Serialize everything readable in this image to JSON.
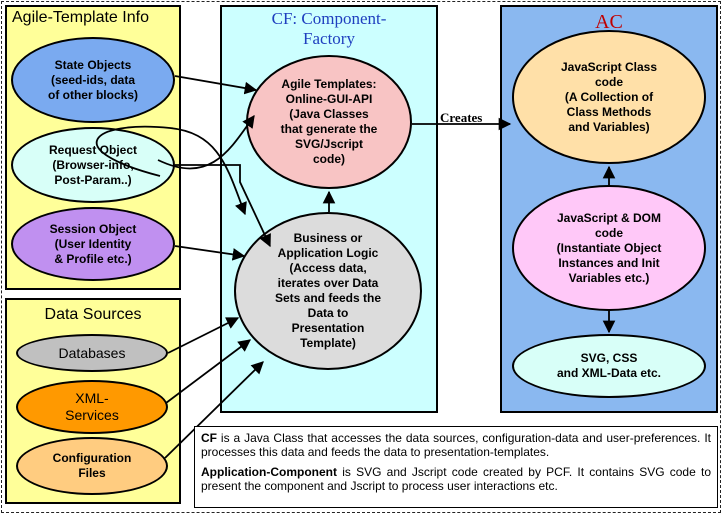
{
  "panels": {
    "agile_info": {
      "title": "Agile-Template Info",
      "bg": "#ffff99"
    },
    "data_sources": {
      "title": "Data Sources",
      "bg": "#ffff99"
    },
    "cf": {
      "title": "CF: Component-\nFactory",
      "bg": "#ccffff",
      "title_color": "#1f3fbf"
    },
    "ac": {
      "title": "AC",
      "bg": "#8ab8f0",
      "title_color": "#c00000"
    }
  },
  "nodes": {
    "state_objects": {
      "text": "State Objects\n(seed-ids, data\nof other blocks)",
      "fill": "#7aaaf0"
    },
    "request_object": {
      "text": "Request Object\n(Browser-info,\nPost-Param..)",
      "fill": "#d8fff8"
    },
    "session_object": {
      "text": "Session Object\n(User Identity\n& Profile etc.)",
      "fill": "#c090f0"
    },
    "databases": {
      "text": "Databases",
      "fill": "#c0c0c0"
    },
    "xml_services": {
      "text": "XML-\nServices",
      "fill": "#ff9900"
    },
    "config_files": {
      "text": "Configuration\nFiles",
      "fill": "#ffcc80"
    },
    "agile_templates": {
      "text": "Agile Templates:\nOnline-GUI-API\n(Java Classes\nthat generate the\nSVG/Jscript\ncode)",
      "fill": "#f8c4c4"
    },
    "business_logic": {
      "text": "Business or\nApplication Logic\n(Access data,\niterates over Data\nSets and feeds the\nData to\nPresentation\nTemplate)",
      "fill": "#dcdcdc"
    },
    "js_class": {
      "text": "JavaScript Class\ncode\n(A Collection of\nClass Methods\nand Variables)",
      "fill": "#ffe0a8"
    },
    "js_dom": {
      "text": "JavaScript & DOM\ncode\n(Instantiate Object\nInstances and Init\nVariables etc.)",
      "fill": "#ffc8f8"
    },
    "svg_css": {
      "text": "SVG, CSS\nand XML-Data etc.",
      "fill": "#d8fff8"
    }
  },
  "labels": {
    "creates": "Creates"
  },
  "note": {
    "p1_bold": "CF",
    "p1_rest": " is a Java Class that accesses the data sources, configuration-data and user-preferences. It processes this data and feeds the data to presentation-templates.",
    "p2_bold": "Application-Component",
    "p2_rest": " is SVG and Jscript code created by PCF. It contains SVG code to present the component and Jscript to process user interactions etc."
  }
}
